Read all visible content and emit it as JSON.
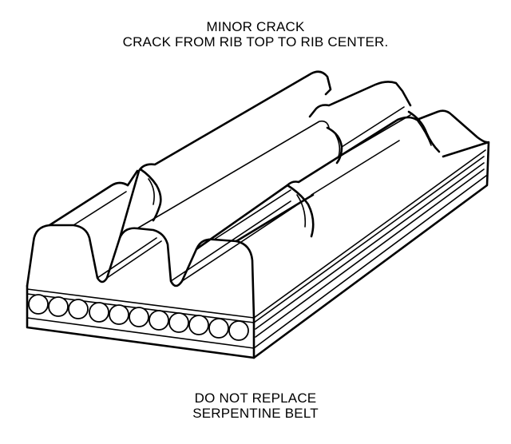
{
  "header": {
    "line1": "MINOR CRACK",
    "line2": "CRACK FROM RIB TOP TO RIB CENTER."
  },
  "footer": {
    "line1": "DO NOT REPLACE",
    "line2": "SERPENTINE BELT"
  },
  "illustration": {
    "subject": "serpentine-belt-cross-section",
    "rib_count": 3,
    "cord_count": 11,
    "line_color": "#000000",
    "background_color": "#ffffff"
  }
}
